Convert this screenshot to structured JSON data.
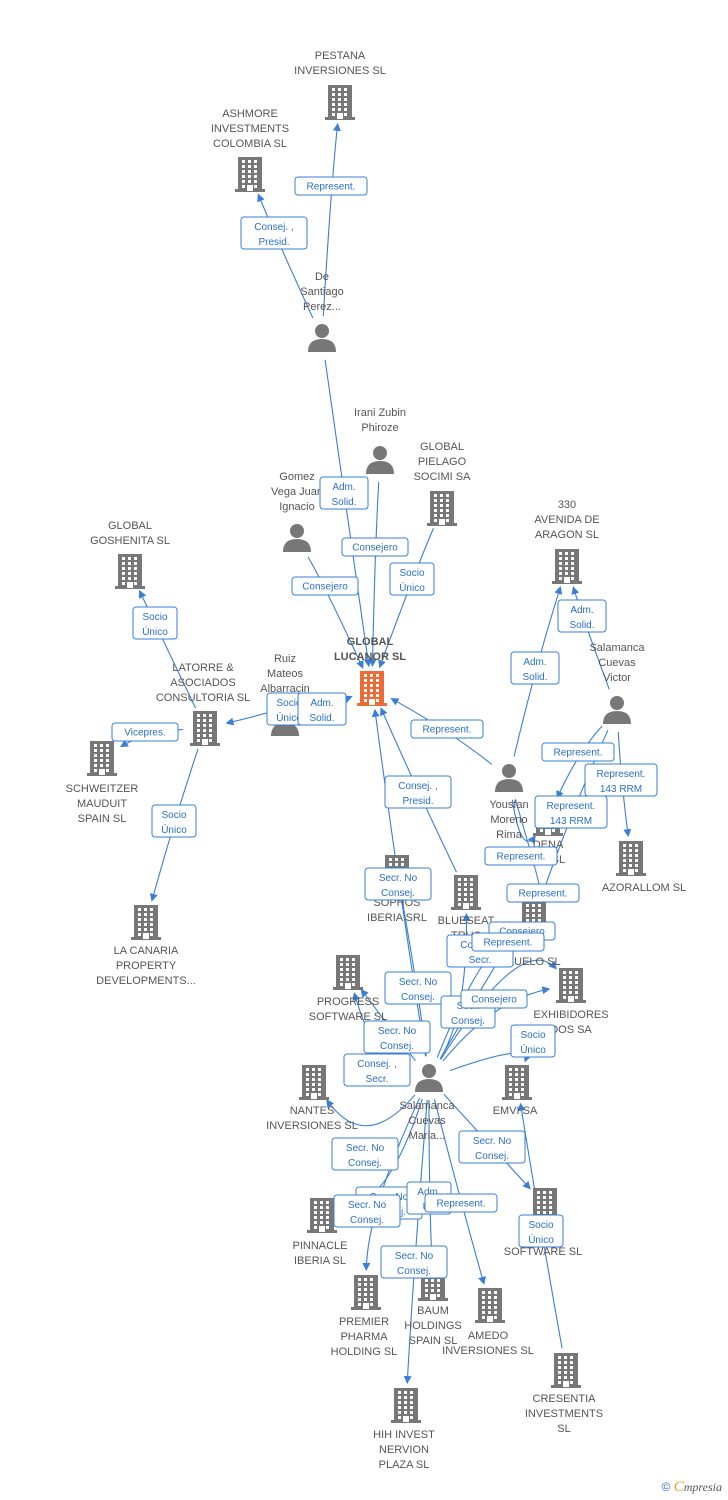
{
  "colors": {
    "building": "#777777",
    "center": "#f06a35",
    "person": "#777777",
    "edge": "#3a7fd5",
    "label": "#555555"
  },
  "nodes": [
    {
      "id": "global_lucanor",
      "type": "company",
      "center": true,
      "lines": [
        "GLOBAL",
        "LUCANOR  SL"
      ]
    },
    {
      "id": "pestana",
      "type": "company",
      "lines": [
        "PESTANA",
        "INVERSIONES SL"
      ]
    },
    {
      "id": "ashmore",
      "type": "company",
      "lines": [
        "ASHMORE",
        "INVESTMENTS",
        "COLOMBIA SL"
      ]
    },
    {
      "id": "desantiago",
      "type": "person",
      "lines": [
        "De",
        "Santiago",
        "Perez..."
      ]
    },
    {
      "id": "irani",
      "type": "person",
      "lines": [
        "Irani Zubin",
        "Phiroze"
      ]
    },
    {
      "id": "gomez",
      "type": "person",
      "lines": [
        "Gomez",
        "Vega Juan",
        "Ignacio"
      ]
    },
    {
      "id": "pielago",
      "type": "company",
      "lines": [
        "GLOBAL",
        "PIELAGO",
        "SOCIMI SA"
      ]
    },
    {
      "id": "goshenita",
      "type": "company",
      "lines": [
        "GLOBAL",
        "GOSHENITA SL"
      ]
    },
    {
      "id": "latorre",
      "type": "company",
      "lines": [
        "LATORRE &",
        "ASOCIADOS",
        "CONSULTORIA SL"
      ]
    },
    {
      "id": "ruiz",
      "type": "person",
      "lines": [
        "Ruiz",
        "Mateos",
        "Albarracin"
      ]
    },
    {
      "id": "schweitzer",
      "type": "company",
      "lines": [
        "SCHWEITZER",
        "MAUDUIT",
        "SPAIN SL"
      ]
    },
    {
      "id": "lacanaria",
      "type": "company",
      "lines": [
        "LA CANARIA",
        "PROPERTY",
        "DEVELOPMENTS..."
      ]
    },
    {
      "id": "avenida330",
      "type": "company",
      "lines": [
        "330",
        "AVENIDA DE",
        "ARAGON SL"
      ]
    },
    {
      "id": "salamanca_victor",
      "type": "person",
      "lines": [
        "Salamanca",
        "Cuevas",
        "Victor"
      ]
    },
    {
      "id": "yousfan",
      "type": "person",
      "lines": [
        "Yousfan",
        "Moreno",
        "Rima"
      ]
    },
    {
      "id": "dena",
      "type": "company",
      "lines": [
        "DENA",
        "IES SL"
      ]
    },
    {
      "id": "azorallom",
      "type": "company",
      "lines": [
        "AZORALLOM SL"
      ]
    },
    {
      "id": "sophos",
      "type": "company",
      "lines": [
        "SOPHOS",
        "IBERIA SRL"
      ]
    },
    {
      "id": "blueseat",
      "type": "company",
      "lines": [
        "BLUESEAT",
        "TRUS",
        "SER"
      ]
    },
    {
      "id": "zuelo",
      "type": "company",
      "lines": [
        "YE",
        "ZUELO  SL"
      ]
    },
    {
      "id": "exhibidores",
      "type": "company",
      "lines": [
        "EXHIBIDORES",
        "DOS SA"
      ]
    },
    {
      "id": "progress",
      "type": "company",
      "lines": [
        "PROGRESS",
        "SOFTWARE SL"
      ]
    },
    {
      "id": "nantes",
      "type": "company",
      "lines": [
        "NANTES",
        "INVERSIONES SL"
      ]
    },
    {
      "id": "salamanca_maria",
      "type": "person",
      "lines": [
        "Salamanca",
        "Cuevas",
        "Maria..."
      ]
    },
    {
      "id": "emvi",
      "type": "company",
      "lines": [
        "EMVI SA"
      ]
    },
    {
      "id": "pinnacle",
      "type": "company",
      "lines": [
        "PINNACLE",
        "IBERIA  SL"
      ]
    },
    {
      "id": "software",
      "type": "company",
      "lines": [
        "SOFTWARE SL"
      ]
    },
    {
      "id": "premier",
      "type": "company",
      "lines": [
        "PREMIER",
        "PHARMA",
        "HOLDING SL"
      ]
    },
    {
      "id": "baum",
      "type": "company",
      "lines": [
        "BAUM",
        "HOLDINGS",
        "SPAIN  SL"
      ]
    },
    {
      "id": "amedo",
      "type": "company",
      "lines": [
        "AMEDO",
        "INVERSIONES SL"
      ]
    },
    {
      "id": "cresentia",
      "type": "company",
      "lines": [
        "CRESENTIA",
        "INVESTMENTS",
        "SL"
      ]
    },
    {
      "id": "hih",
      "type": "company",
      "lines": [
        "HIH INVEST",
        "NERVION",
        "PLAZA  SL"
      ]
    }
  ],
  "edges": [
    {
      "from": "desantiago",
      "to": "pestana",
      "lines": [
        "Represent."
      ]
    },
    {
      "from": "desantiago",
      "to": "ashmore",
      "lines": [
        "Consej. ,",
        "Presid."
      ]
    },
    {
      "from": "desantiago",
      "to": "global_lucanor",
      "lines": [
        "Adm.",
        "Solid."
      ]
    },
    {
      "from": "irani",
      "to": "global_lucanor",
      "lines": [
        "Consejero"
      ]
    },
    {
      "from": "gomez",
      "to": "global_lucanor",
      "lines": [
        "Consejero"
      ]
    },
    {
      "from": "pielago",
      "to": "global_lucanor",
      "lines": [
        "Socio",
        "Único"
      ]
    },
    {
      "from": "latorre",
      "to": "goshenita",
      "lines": [
        "Socio",
        "Único"
      ]
    },
    {
      "from": "latorre",
      "to": "schweitzer",
      "lines": [
        "Vicepres."
      ]
    },
    {
      "from": "latorre",
      "to": "lacanaria",
      "lines": [
        "Socio",
        "Único"
      ]
    },
    {
      "from": "ruiz",
      "to": "latorre",
      "lines": [
        "Socio",
        "Único"
      ]
    },
    {
      "from": "ruiz",
      "to": "global_lucanor",
      "lines": [
        "Adm.",
        "Solid."
      ]
    },
    {
      "from": "yousfan",
      "to": "avenida330",
      "lines": [
        "Adm.",
        "Solid."
      ]
    },
    {
      "from": "salamanca_victor",
      "to": "avenida330",
      "lines": [
        "Adm.",
        "Solid."
      ]
    },
    {
      "from": "yousfan",
      "to": "global_lucanor",
      "lines": [
        "Represent."
      ]
    },
    {
      "from": "blueseat",
      "to": "global_lucanor",
      "lines": [
        "Consej. ,",
        "Presid."
      ]
    },
    {
      "from": "salamanca_victor",
      "to": "dena",
      "lines": [
        "Represent."
      ]
    },
    {
      "from": "salamanca_victor",
      "to": "azorallom",
      "lines": [
        "Represent.",
        "143 RRM"
      ]
    },
    {
      "from": "salamanca_victor",
      "to": "zuelo",
      "lines": [
        "Represent.",
        "143 RRM"
      ]
    },
    {
      "from": "yousfan",
      "to": "dena",
      "lines": [
        "Represent."
      ]
    },
    {
      "from": "yousfan",
      "to": "zuelo",
      "lines": [
        "Represent."
      ]
    },
    {
      "from": "salamanca_maria",
      "to": "global_lucanor",
      "lines": [
        "Secr.  No",
        "Consej."
      ]
    },
    {
      "from": "salamanca_maria",
      "to": "sophos",
      "lines": [
        "Secr.  No",
        "Consej."
      ]
    },
    {
      "from": "salamanca_maria",
      "to": "progress",
      "lines": [
        "Secr.  No",
        "Consej."
      ]
    },
    {
      "from": "salamanca_maria",
      "to": "progress",
      "lines": [
        "Consej. ,",
        "Secr."
      ]
    },
    {
      "from": "salamanca_maria",
      "to": "blueseat",
      "lines": [
        "Secr.",
        "Consej."
      ]
    },
    {
      "from": "salamanca_maria",
      "to": "zuelo",
      "lines": [
        "Consej. ,",
        "Secr."
      ]
    },
    {
      "from": "salamanca_maria",
      "to": "exhibidores",
      "lines": [
        "Consejero"
      ]
    },
    {
      "from": "salamanca_maria",
      "to": "zuelo",
      "lines": [
        "Represent."
      ]
    },
    {
      "from": "salamanca_maria",
      "to": "exhibidores",
      "lines": [
        "Consejero"
      ]
    },
    {
      "from": "salamanca_maria",
      "to": "emvi",
      "lines": [
        "Socio",
        "Único"
      ]
    },
    {
      "from": "salamanca_maria",
      "to": "nantes",
      "lines": [
        "Secr.  No",
        "Consej."
      ]
    },
    {
      "from": "salamanca_maria",
      "to": "pinnacle",
      "lines": [
        "Secr.  No",
        "Consej."
      ]
    },
    {
      "from": "salamanca_maria",
      "to": "software",
      "lines": [
        "Secr.  No",
        "Consej."
      ]
    },
    {
      "from": "salamanca_maria",
      "to": "baum",
      "lines": [
        "Adm.",
        "Un"
      ]
    },
    {
      "from": "salamanca_maria",
      "to": "amedo",
      "lines": [
        "Represent."
      ]
    },
    {
      "from": "salamanca_maria",
      "to": "premier",
      "lines": [
        "Secr.  No",
        "Consej."
      ]
    },
    {
      "from": "salamanca_maria",
      "to": "hih",
      "lines": [
        "Secr.  No",
        "Consej."
      ]
    },
    {
      "from": "cresentia",
      "to": "emvi",
      "lines": [
        "Socio",
        "Único"
      ]
    }
  ],
  "footer": {
    "copyright": "©",
    "brand_initial": "C",
    "brand_rest": "mpresia"
  }
}
